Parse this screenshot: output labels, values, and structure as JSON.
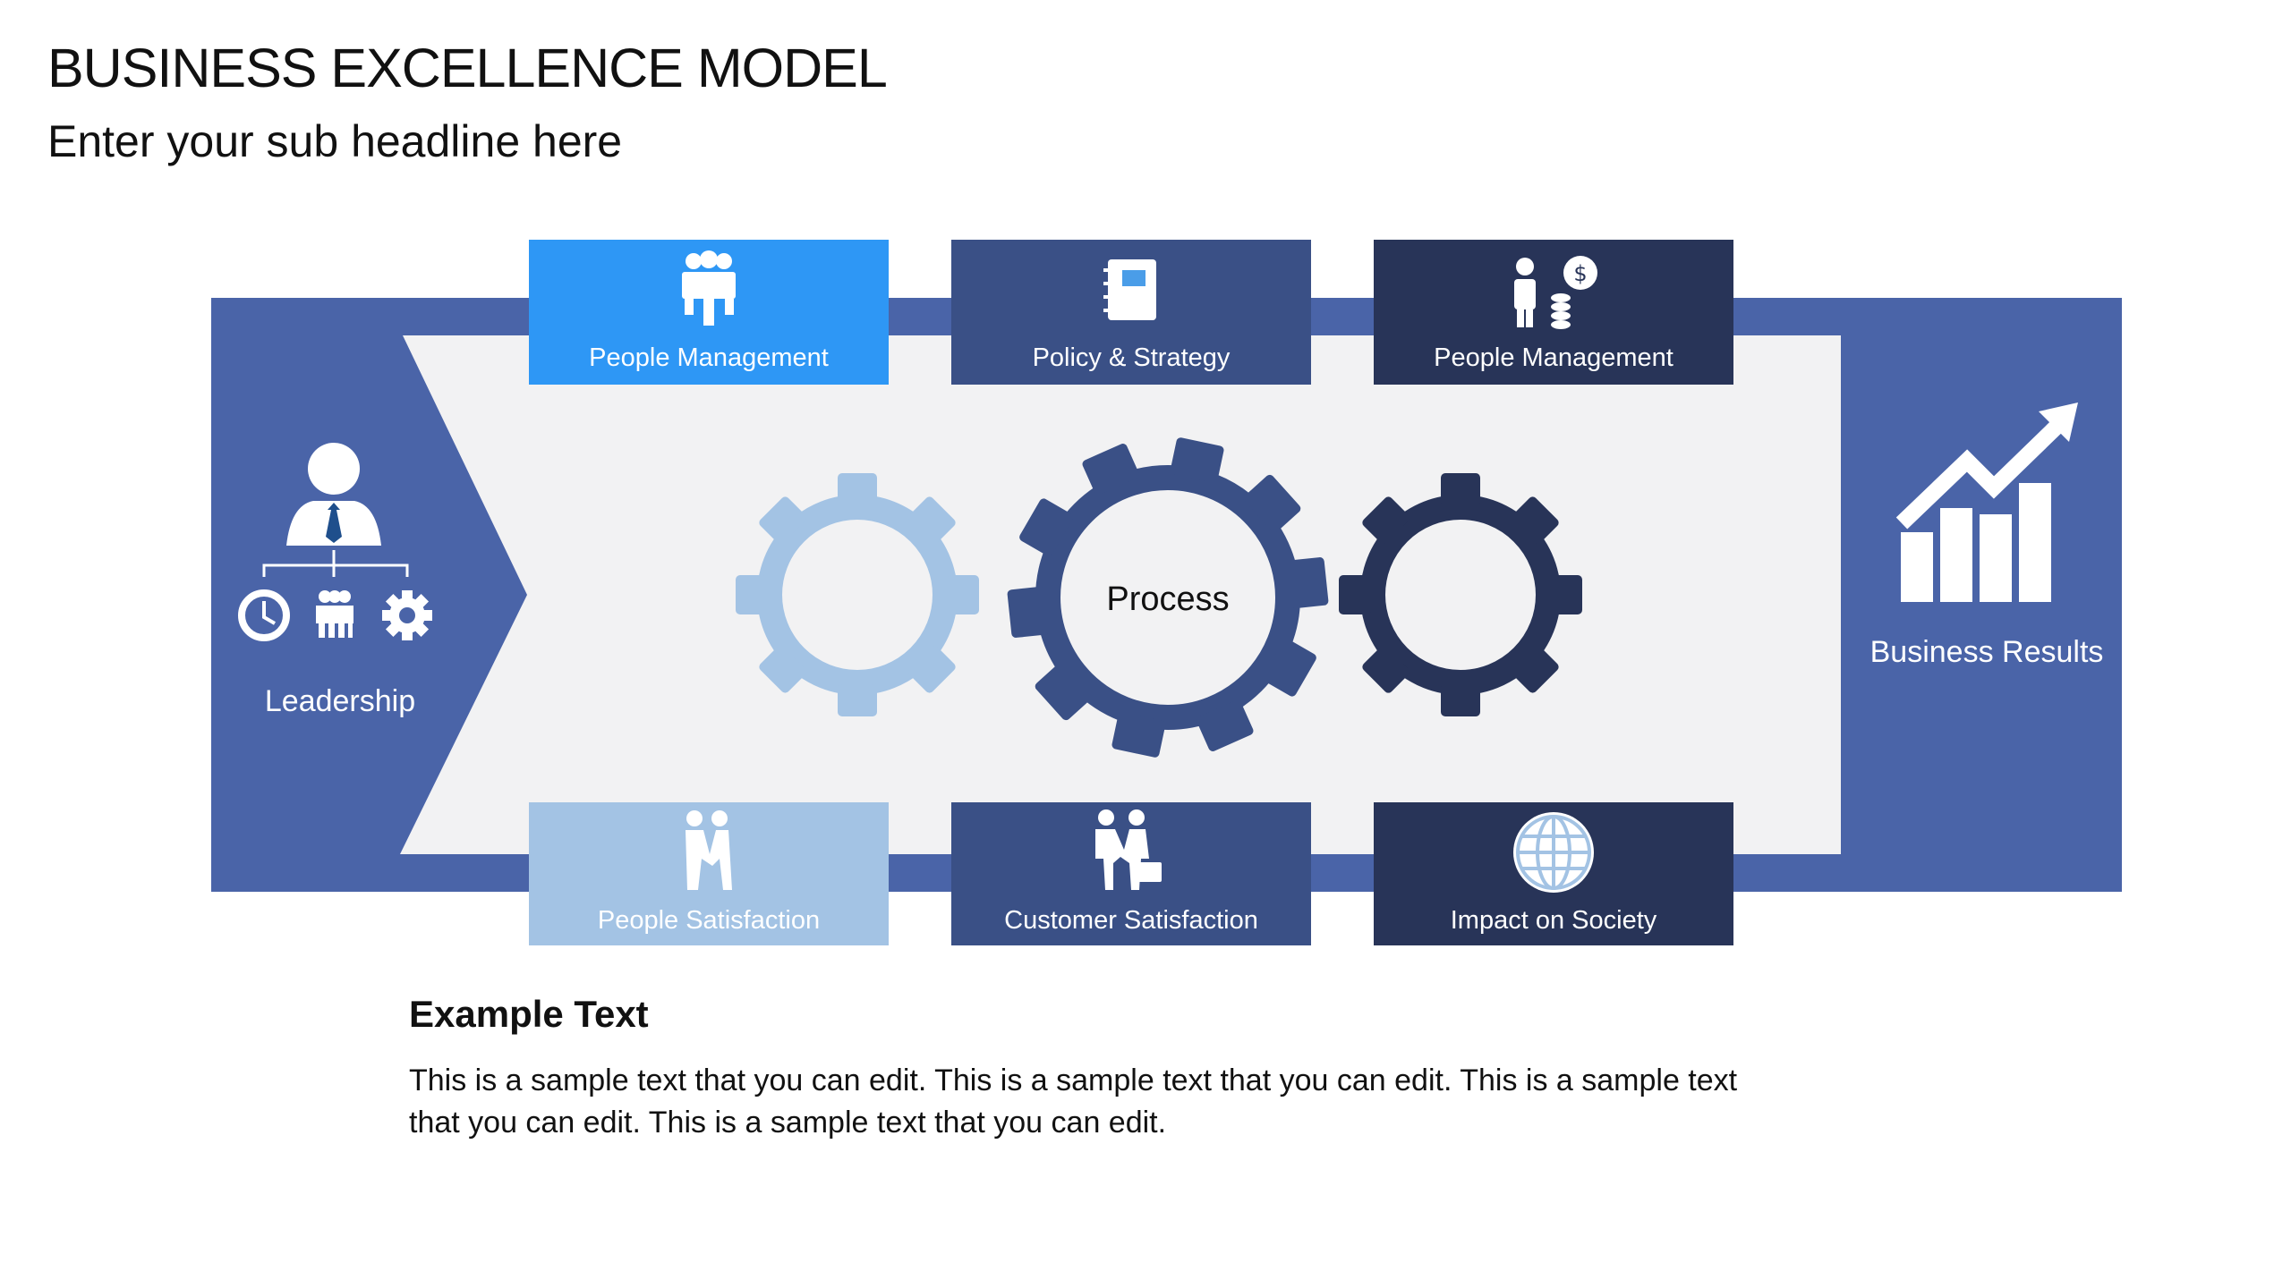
{
  "slide": {
    "title": "BUSINESS EXCELLENCE MODEL",
    "subtitle": "Enter your sub headline here"
  },
  "diagram": {
    "left": {
      "label": "Leadership",
      "icon": "leader-org-icon"
    },
    "center": {
      "label": "Process",
      "icon": "gears-icon"
    },
    "right": {
      "label": "Business Results",
      "icon": "growth-chart-icon"
    },
    "top_boxes": [
      {
        "label": "People Management",
        "icon": "people-group-icon",
        "color": "#2e97f5"
      },
      {
        "label": "Policy & Strategy",
        "icon": "notebook-icon",
        "color": "#3a5086"
      },
      {
        "label": "People Management",
        "icon": "person-money-icon",
        "color": "#283458"
      }
    ],
    "bottom_boxes": [
      {
        "label": "People Satisfaction",
        "icon": "handshake-icon",
        "color": "#a3c3e4"
      },
      {
        "label": "Customer Satisfaction",
        "icon": "business-handshake-icon",
        "color": "#3a5086"
      },
      {
        "label": "Impact on Society",
        "icon": "globe-icon",
        "color": "#283458"
      }
    ],
    "colors": {
      "frame": "#4a64a8",
      "inner": "#f2f2f3",
      "gear_light": "#a3c3e4",
      "gear_mid": "#3a5086",
      "gear_dark": "#283458"
    }
  },
  "example": {
    "heading": "Example Text",
    "body": "This is a sample text that you can edit. This is a sample text that you can edit. This is a sample text that you can edit. This is a sample text that you can edit."
  }
}
